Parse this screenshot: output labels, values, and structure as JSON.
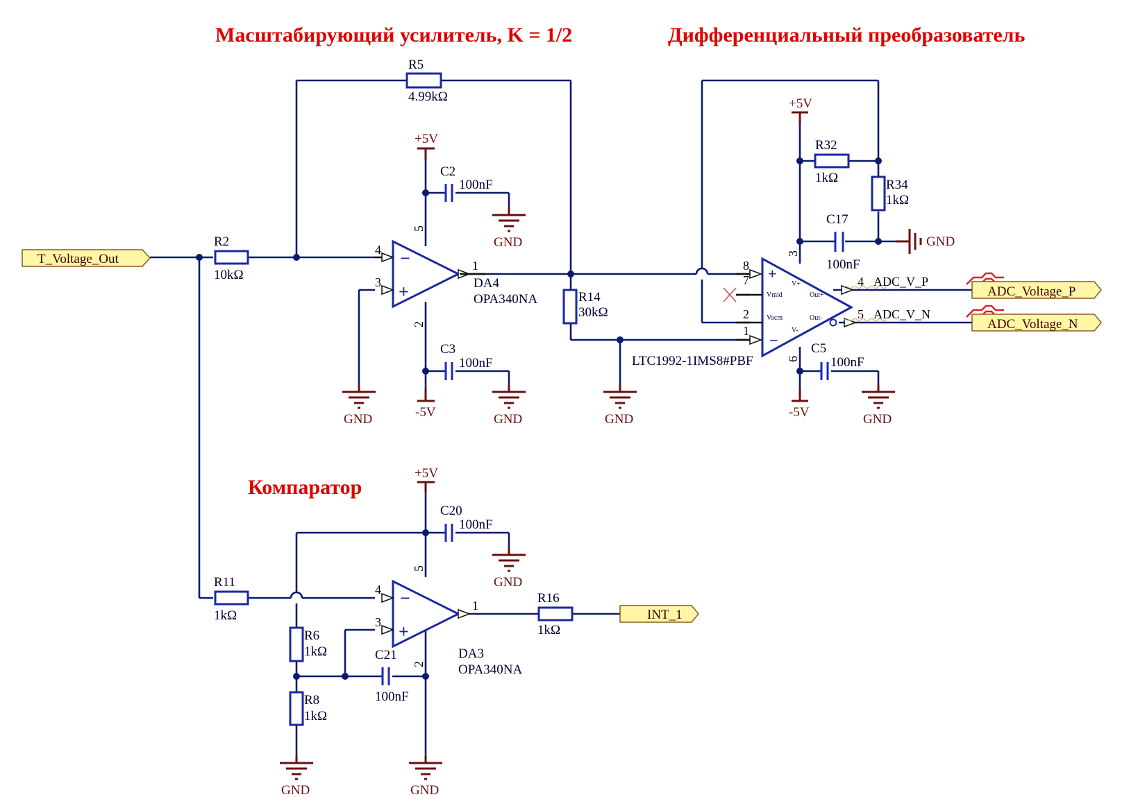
{
  "titles": {
    "scaling_amplifier": "Масштабирующий усилитель, K = 1/2",
    "differential_converter": "Дифференциальный преобразователь",
    "comparator": "Компаратор"
  },
  "ports": {
    "input": "T_Voltage_Out",
    "adc_p": "ADC_Voltage_P",
    "adc_n": "ADC_Voltage_N",
    "int": "INT_1"
  },
  "nets": {
    "adc_v_p": "ADC_V_P",
    "adc_v_n": "ADC_V_N"
  },
  "power": {
    "vpos": "+5V",
    "vneg": "-5V",
    "gnd": "GND"
  },
  "resistors": {
    "R2": {
      "ref": "R2",
      "value": "10kΩ"
    },
    "R5": {
      "ref": "R5",
      "value": "4.99kΩ"
    },
    "R14": {
      "ref": "R14",
      "value": "30kΩ"
    },
    "R32": {
      "ref": "R32",
      "value": "1kΩ"
    },
    "R34": {
      "ref": "R34",
      "value": "1kΩ"
    },
    "R11": {
      "ref": "R11",
      "value": "1kΩ"
    },
    "R6": {
      "ref": "R6",
      "value": "1kΩ"
    },
    "R8": {
      "ref": "R8",
      "value": "1kΩ"
    },
    "R16": {
      "ref": "R16",
      "value": "1kΩ"
    }
  },
  "capacitors": {
    "C2": {
      "ref": "C2",
      "value": "100nF"
    },
    "C3": {
      "ref": "C3",
      "value": "100nF"
    },
    "C17": {
      "ref": "C17",
      "value": "100nF"
    },
    "C5": {
      "ref": "C5",
      "value": "100nF"
    },
    "C20": {
      "ref": "C20",
      "value": "100nF"
    },
    "C21": {
      "ref": "C21",
      "value": "100nF"
    }
  },
  "ics": {
    "DA4": {
      "ref": "DA4",
      "part": "OPA340NA",
      "pins": {
        "inv": "4",
        "noninv": "3",
        "out": "1",
        "vpos": "5",
        "vneg": "2"
      }
    },
    "DA3": {
      "ref": "DA3",
      "part": "OPA340NA",
      "pins": {
        "inv": "4",
        "noninv": "3",
        "out": "1",
        "vpos": "5",
        "vneg": "2"
      }
    },
    "LTC": {
      "part": "LTC1992-1IMS8#PBF",
      "pins": {
        "p8": "8",
        "p7": "7",
        "p2": "2",
        "p1": "1",
        "p3": "3",
        "p6": "6",
        "p4": "4",
        "p5": "5"
      },
      "pin_names": {
        "vpos": "V+",
        "vneg": "V-",
        "vmid": "Vmid",
        "vocm": "Vocm",
        "outp": "Out+",
        "outn": "Out-"
      }
    }
  },
  "symbols": {
    "minus": "−",
    "plus": "+"
  }
}
